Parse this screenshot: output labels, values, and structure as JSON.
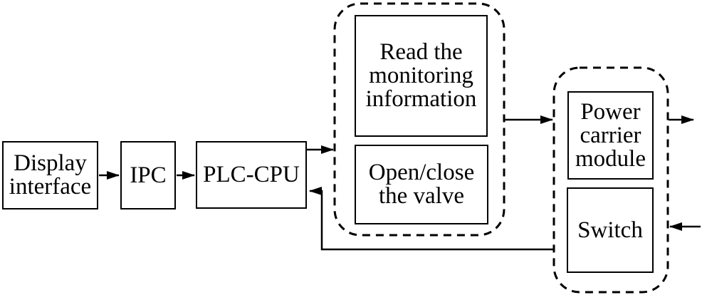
{
  "diagram": {
    "title": "PLC control system block diagram",
    "colors": {
      "background": "#ffffff",
      "line": "#000000",
      "text": "#000000"
    },
    "nodes": {
      "display_interface": {
        "label": "Display\ninterface"
      },
      "ipc": {
        "label": "IPC"
      },
      "plc_cpu": {
        "label": "PLC-CPU"
      },
      "read_monitoring": {
        "label": "Read the\nmonitoring\ninformation"
      },
      "open_close_valve": {
        "label": "Open/close\nthe valve"
      },
      "power_carrier": {
        "label": "Power\ncarrier\nmodule"
      },
      "switch": {
        "label": "Switch"
      }
    },
    "groups": {
      "task_group": {
        "members": [
          "read_monitoring",
          "open_close_valve"
        ],
        "border": "dashed-rounded"
      },
      "carrier_group": {
        "members": [
          "power_carrier",
          "switch"
        ],
        "border": "dashed-rounded"
      }
    },
    "connections": [
      {
        "from": "display_interface",
        "to": "ipc"
      },
      {
        "from": "ipc",
        "to": "plc_cpu"
      },
      {
        "from": "plc_cpu",
        "to": "task_group"
      },
      {
        "from": "task_group",
        "to": "carrier_group"
      },
      {
        "from": "carrier_group",
        "to": "external-right-out"
      },
      {
        "from": "external-right-in",
        "to": "carrier_group"
      },
      {
        "from": "carrier_group",
        "to": "plc_cpu",
        "note": "feedback line routed below task group"
      }
    ]
  }
}
